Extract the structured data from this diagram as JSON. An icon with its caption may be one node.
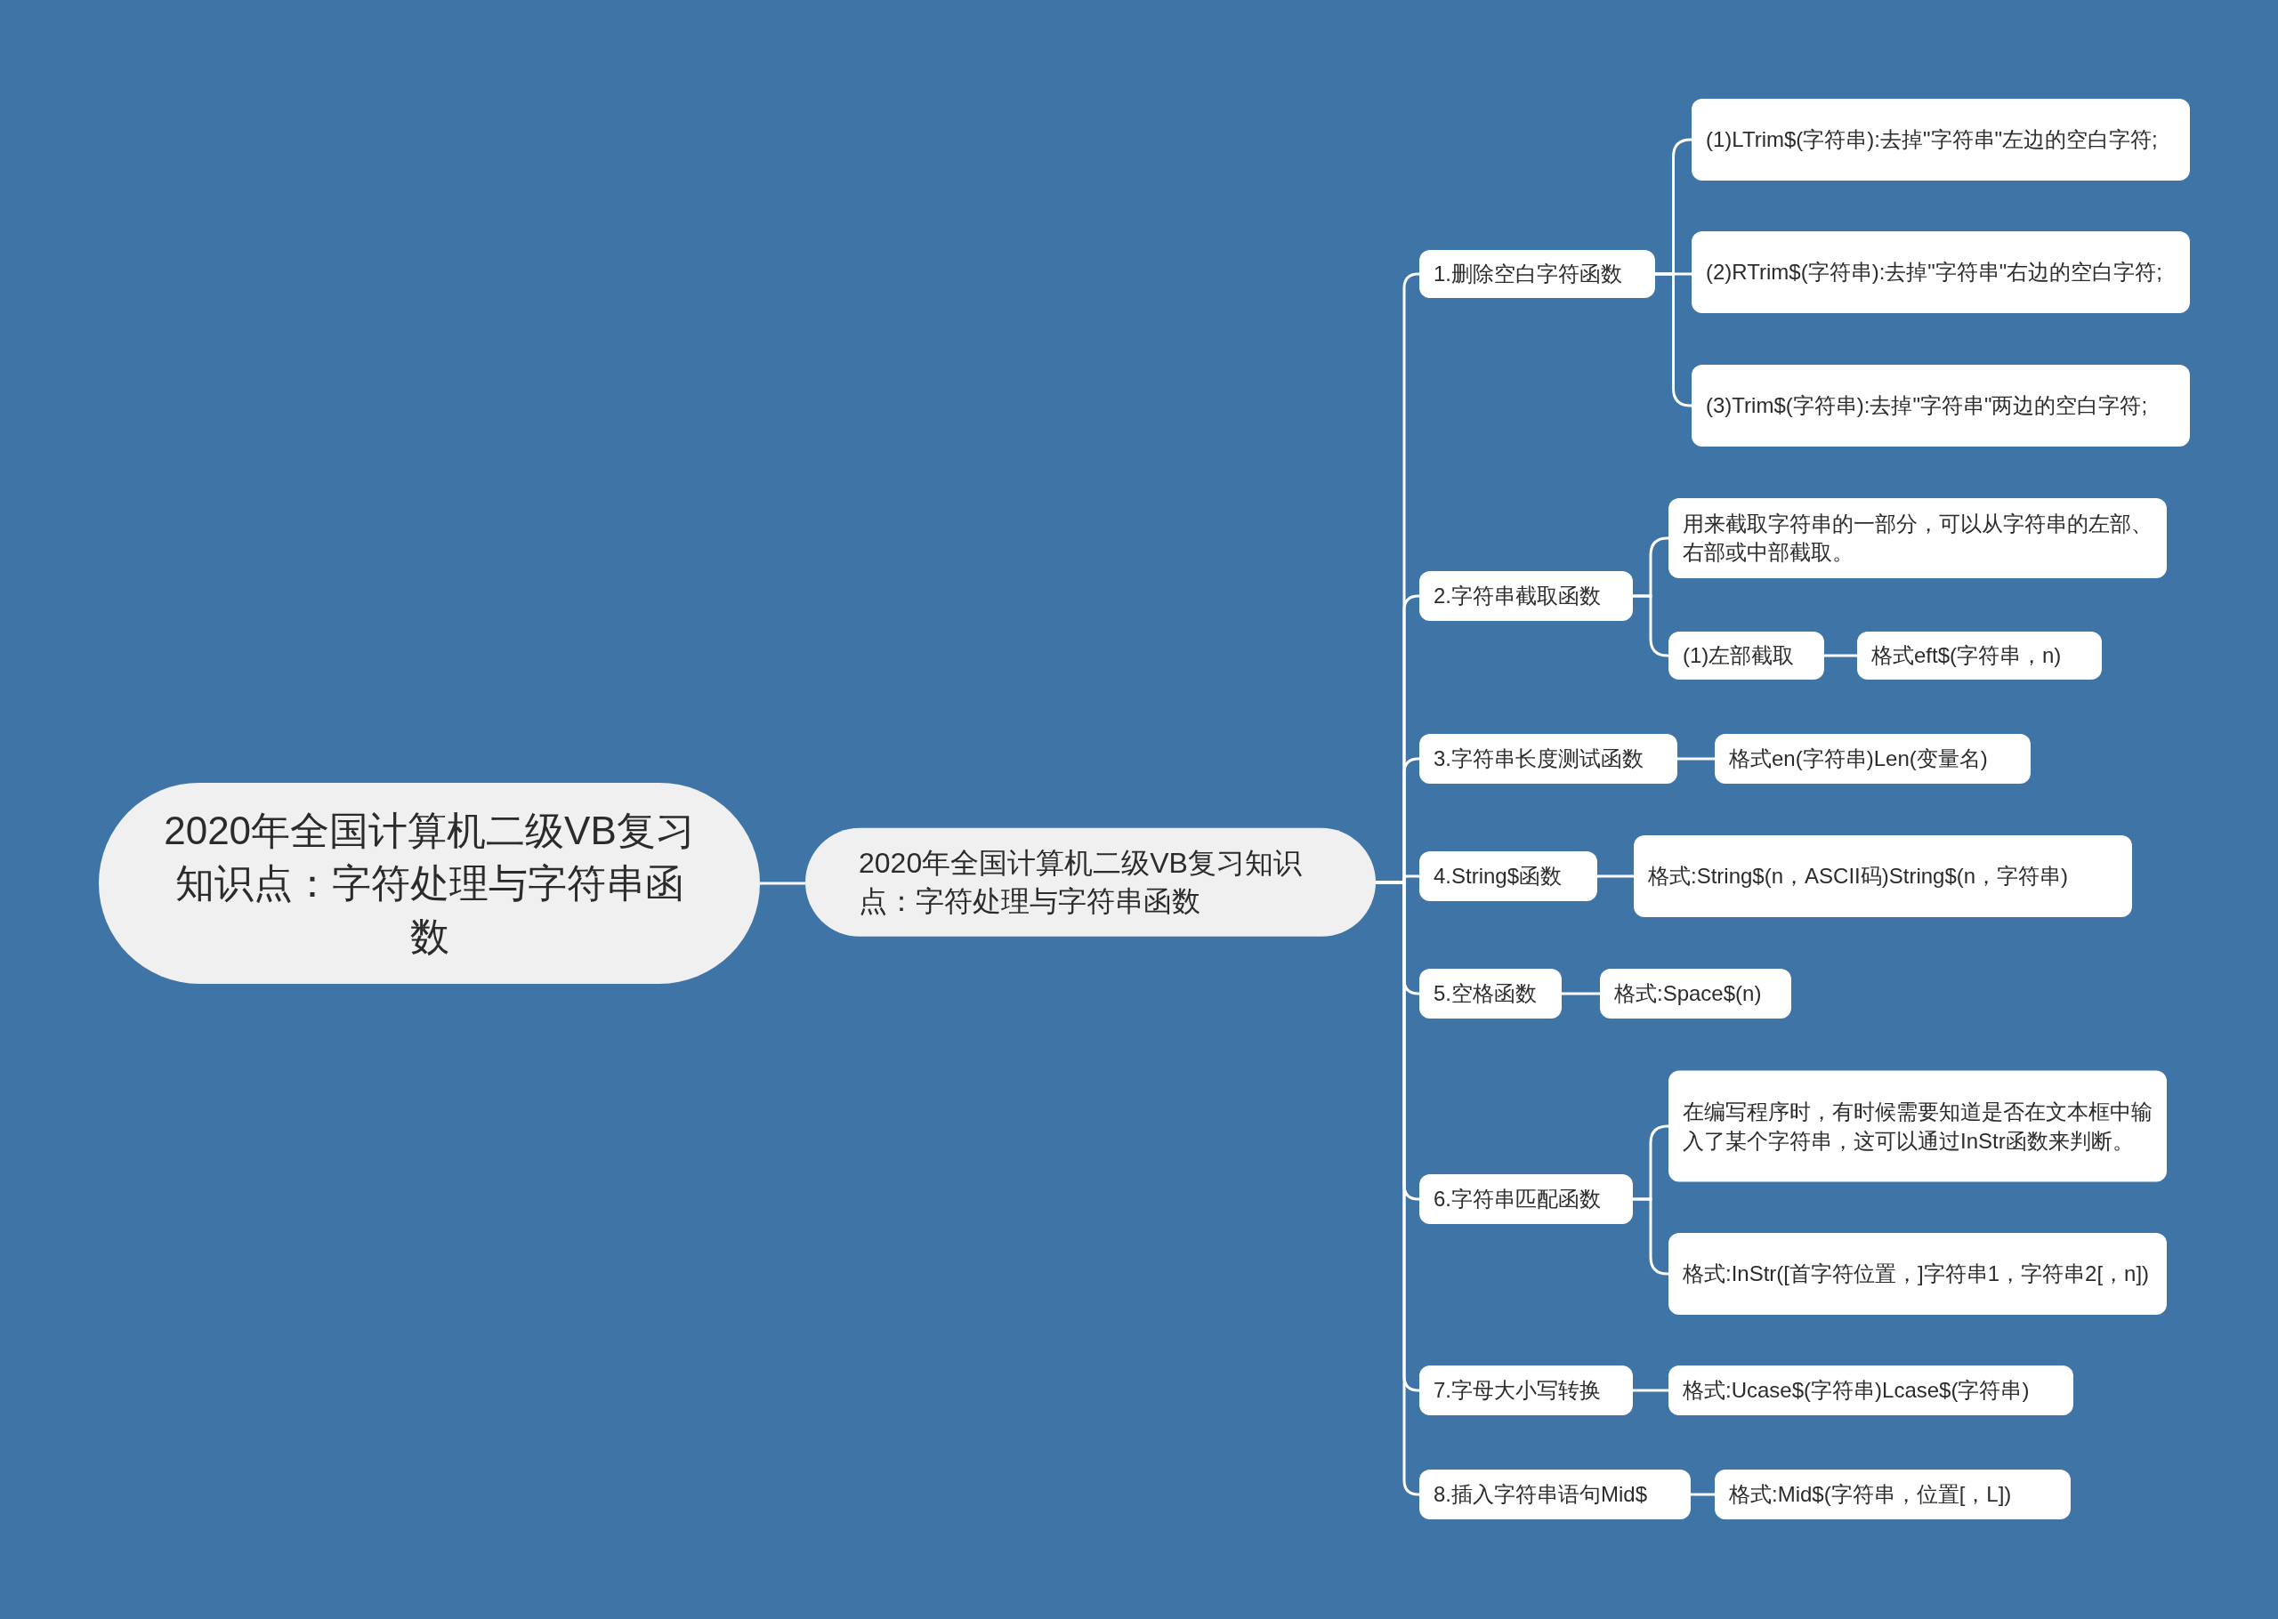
{
  "diagram": {
    "nodes": [
      {
        "text": [
          "2020年全国计算机二级VB复习知识点：字符处理与字符串函数"
        ]
      },
      {
        "text": [
          "2020年全国计算机二级VB复习知识点：字符处理与字符串函数"
        ]
      },
      {
        "text": [
          "1.删除空白字符函数"
        ]
      },
      {
        "text": [
          "(1)LTrim$(字符串):去掉\"字符串\"左边的空白字符;"
        ]
      },
      {
        "text": [
          "(2)RTrim$(字符串):去掉\"字符串\"右边的空白字符;"
        ]
      },
      {
        "text": [
          "(3)Trim$(字符串):去掉\"字符串\"两边的空白字符;"
        ]
      },
      {
        "text": [
          "2.字符串截取函数"
        ]
      },
      {
        "text": [
          "用来截取字符串的一部分，可以从字符串的左部、右部或中部截取。"
        ]
      },
      {
        "text": [
          "(1)左部截取"
        ]
      },
      {
        "text": [
          "格式eft$(字符串，n)"
        ]
      },
      {
        "text": [
          "3.字符串长度测试函数"
        ]
      },
      {
        "text": [
          "格式en(字符串)Len(变量名)"
        ]
      },
      {
        "text": [
          "4.String$函数"
        ]
      },
      {
        "text": [
          "格式:String$(n，ASCII码)String$(n，字符串)"
        ]
      },
      {
        "text": [
          "5.空格函数"
        ]
      },
      {
        "text": [
          "格式:Space$(n)"
        ]
      },
      {
        "text": [
          "6.字符串匹配函数"
        ]
      },
      {
        "text": [
          "在编写程序时，有时候需要知道是否在文本框中输入了某个字符串，这可以通过InStr函数来判断。"
        ]
      },
      {
        "text": [
          "格式:InStr([首字符位置，]字符串1，字符串2[，n])"
        ]
      },
      {
        "text": [
          "7.字母大小写转换"
        ]
      },
      {
        "text": [
          "格式:Ucase$(字符串)Lcase$(字符串)"
        ]
      },
      {
        "text": [
          "8.插入字符串语句Mid$"
        ]
      },
      {
        "text": [
          "格式:Mid$(字符串，位置[，L])"
        ]
      }
    ],
    "edges": [
      {
        "from": 0,
        "to": 1,
        "arrow": "none"
      },
      {
        "from": 1,
        "to": 2,
        "arrow": "none"
      },
      {
        "from": 2,
        "to": 3,
        "arrow": "none"
      },
      {
        "from": 2,
        "to": 4,
        "arrow": "none"
      },
      {
        "from": 2,
        "to": 5,
        "arrow": "none"
      },
      {
        "from": 1,
        "to": 6,
        "arrow": "none"
      },
      {
        "from": 6,
        "to": 7,
        "arrow": "none"
      },
      {
        "from": 6,
        "to": 8,
        "arrow": "none"
      },
      {
        "from": 8,
        "to": 9,
        "arrow": "none"
      },
      {
        "from": 1,
        "to": 10,
        "arrow": "none"
      },
      {
        "from": 10,
        "to": 11,
        "arrow": "none"
      },
      {
        "from": 1,
        "to": 12,
        "arrow": "none"
      },
      {
        "from": 12,
        "to": 13,
        "arrow": "none"
      },
      {
        "from": 1,
        "to": 14,
        "arrow": "none"
      },
      {
        "from": 14,
        "to": 15,
        "arrow": "none"
      },
      {
        "from": 1,
        "to": 16,
        "arrow": "none"
      },
      {
        "from": 16,
        "to": 17,
        "arrow": "none"
      },
      {
        "from": 16,
        "to": 18,
        "arrow": "none"
      },
      {
        "from": 1,
        "to": 19,
        "arrow": "none"
      },
      {
        "from": 19,
        "to": 20,
        "arrow": "none"
      },
      {
        "from": 1,
        "to": 21,
        "arrow": "none"
      },
      {
        "from": 21,
        "to": 22,
        "arrow": "none"
      }
    ]
  }
}
